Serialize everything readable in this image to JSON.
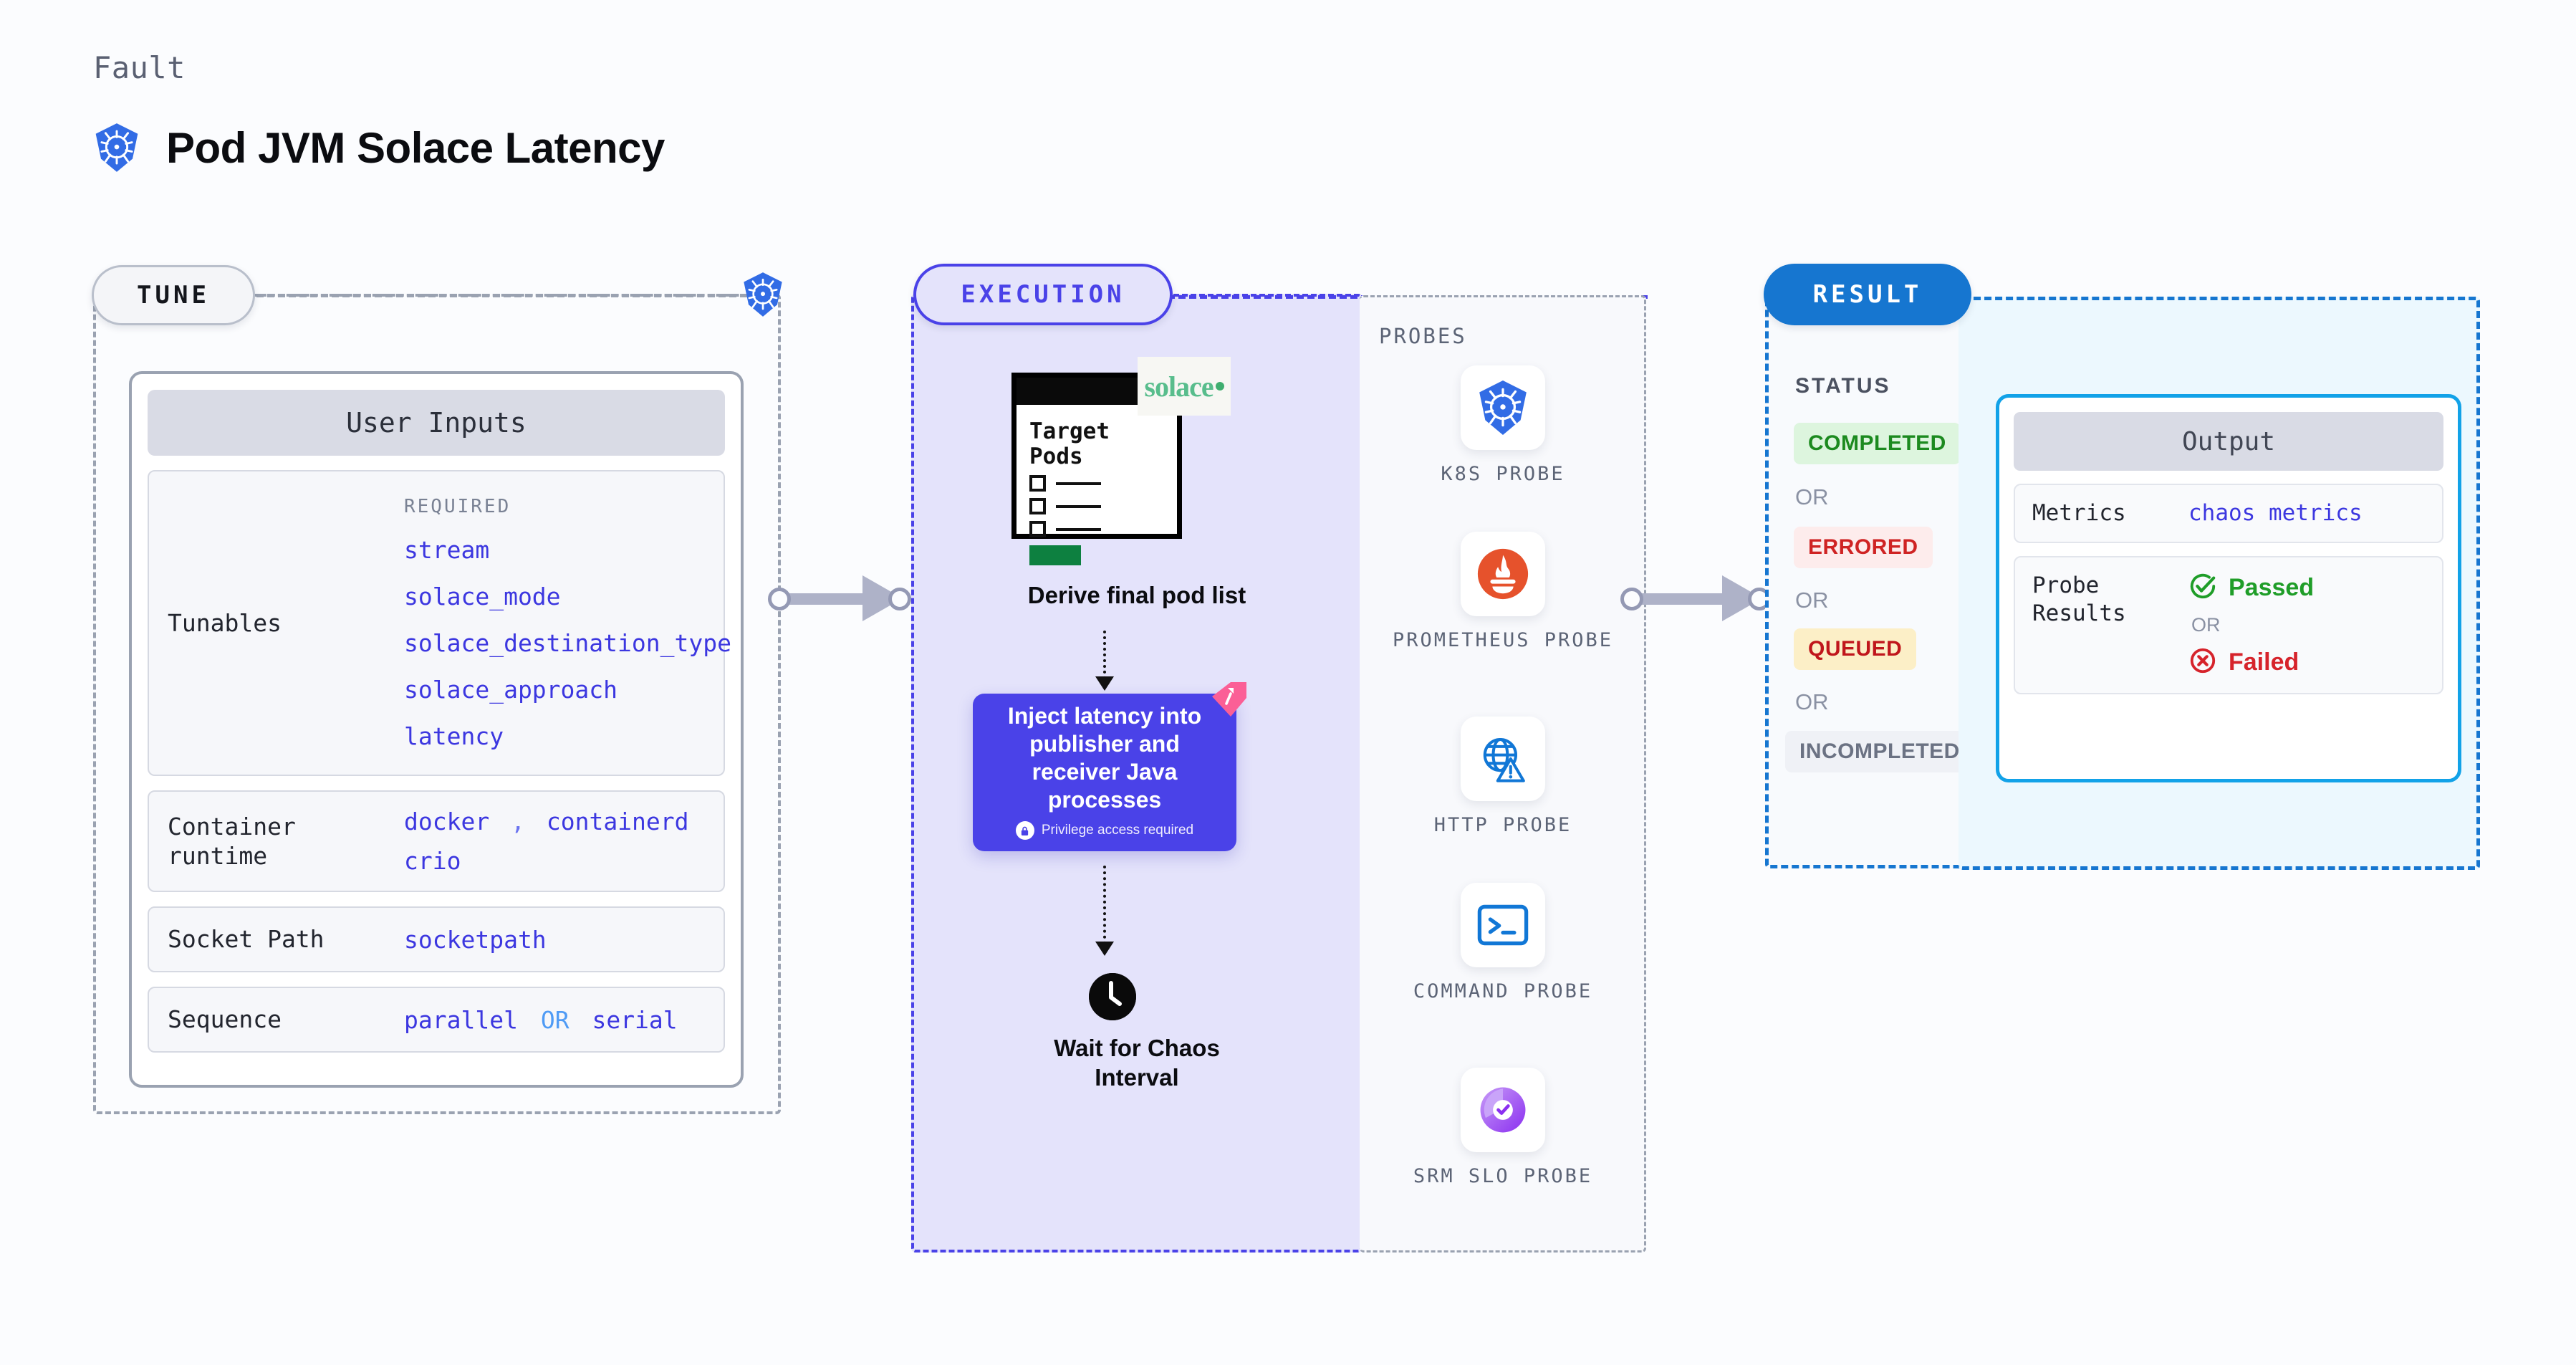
{
  "header": {
    "eyebrow": "Fault",
    "title": "Pod JVM Solace Latency",
    "icon": "kubernetes-icon"
  },
  "tune": {
    "pill_label": "TUNE",
    "k8s_icon": "kubernetes-icon",
    "card": {
      "title": "User Inputs",
      "required_label": "REQUIRED",
      "rows": [
        {
          "label": "Tunables",
          "required_label": "REQUIRED",
          "values": [
            "stream",
            "solace_mode",
            "solace_destination_type",
            "solace_approach",
            "latency"
          ]
        },
        {
          "label": "Container runtime",
          "values": [
            "docker",
            ",",
            "containerd",
            "crio"
          ]
        },
        {
          "label": "Socket Path",
          "values": [
            "socketpath"
          ]
        },
        {
          "label": "Sequence",
          "values": [
            "parallel",
            "OR",
            "serial"
          ]
        }
      ]
    }
  },
  "execution": {
    "pill_label": "EXECUTION",
    "nodes": [
      {
        "id": "derive-pods",
        "caption": "Derive final pod list",
        "doc_title_line1": "Target",
        "doc_title_line2": "Pods",
        "brand": "solace",
        "icon": "target-pods-document-icon"
      },
      {
        "id": "inject-latency",
        "text": "Inject latency into publisher and receiver Java processes",
        "note": "Privilege access required",
        "note_icon": "lock-icon",
        "ribbon_icon": "litmus-ribbon-icon"
      },
      {
        "id": "wait-interval",
        "caption_line1": "Wait for Chaos",
        "caption_line2": "Interval",
        "icon": "clock-icon"
      }
    ]
  },
  "probes": {
    "title": "PROBES",
    "items": [
      {
        "label": "K8S PROBE",
        "icon": "kubernetes-icon"
      },
      {
        "label": "PROMETHEUS PROBE",
        "icon": "prometheus-icon"
      },
      {
        "label": "HTTP PROBE",
        "icon": "http-globe-warning-icon"
      },
      {
        "label": "COMMAND PROBE",
        "icon": "terminal-icon"
      },
      {
        "label": "SRM SLO PROBE",
        "icon": "srm-slo-donut-check-icon"
      }
    ]
  },
  "result": {
    "pill_label": "RESULT",
    "status_title": "STATUS",
    "or_label": "OR",
    "badges": [
      {
        "label": "COMPLETED",
        "bg": "#ddf5de",
        "fg": "#1c8a1f"
      },
      {
        "label": "ERRORED",
        "bg": "#fdecec",
        "fg": "#cf2323"
      },
      {
        "label": "QUEUED",
        "bg": "#fcefc7",
        "fg": "#c0161c"
      },
      {
        "label": "INCOMPLETED",
        "bg": "#eff1f6",
        "fg": "#6b7283"
      }
    ]
  },
  "output": {
    "title": "Output",
    "metrics_label": "Metrics",
    "metrics_value": "chaos metrics",
    "probe_results_label": "Probe Results",
    "or_label": "OR",
    "passed_label": "Passed",
    "failed_label": "Failed",
    "passed_icon": "check-circle-icon",
    "failed_icon": "x-circle-icon"
  },
  "connectors": {
    "tune_to_execution": "arrow-right",
    "execution_to_result": "arrow-right"
  },
  "colors": {
    "accent_purple": "#4a42e8",
    "accent_blue": "#1676d0",
    "accent_cyan": "#12a2e8",
    "code_blue": "#3c37e0",
    "k8s_blue": "#326ce5",
    "pink_ribbon": "#fb5f96",
    "solace_green": "#58bd8c"
  }
}
